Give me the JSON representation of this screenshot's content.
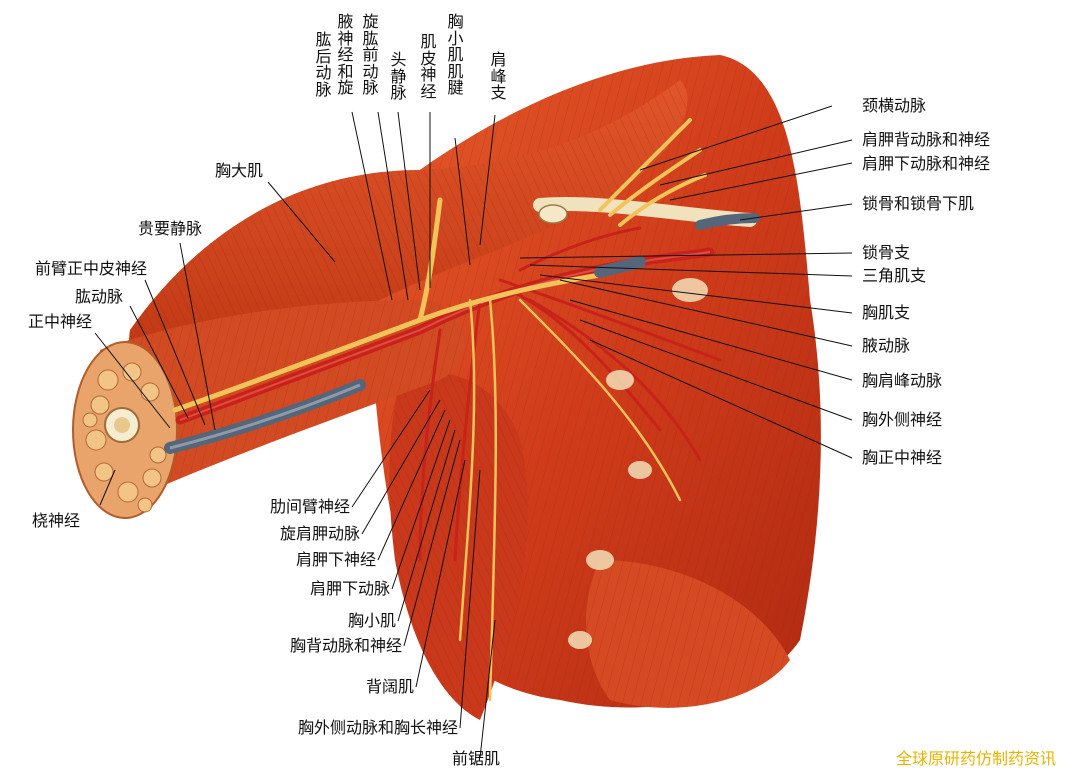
{
  "labels": {
    "left": {
      "thoracoacromial_cephalic": "胸大肌",
      "basilic_vein": "贵要静脉",
      "medial_antebrachial": "前臂正中皮神经",
      "brachial_artery": "肱动脉",
      "median_nerve": "正中神经",
      "radial_nerve": "桡神经"
    },
    "top_columns": {
      "c1": "肱后动脉",
      "c2": "腋神经和旋",
      "c3": "旋肱前动脉",
      "c4": "头静脉",
      "c5": "肌皮神经",
      "c6": "胸小肌肌腱",
      "c7": "肩峰支"
    },
    "right": {
      "transverse_cervical": "颈横动脉",
      "dorsal_scapular": "肩胛背动脉和神经",
      "suprascapular": "肩胛下动脉和神经",
      "clavicle_subclavius": "锁骨和锁骨下肌",
      "clavicular_branch": "锁骨支",
      "deltoid_branch": "三角肌支",
      "pectoral_branch": "胸肌支",
      "axillary_artery": "腋动脉",
      "thoracoacromial_artery": "胸肩峰动脉",
      "lateral_pectoral_nerve": "胸外侧神经",
      "medial_pectoral_nerve": "胸正中神经"
    },
    "bottom": {
      "intercostobrachial": "肋间臂神经",
      "circumflex_scapular": "旋肩胛动脉",
      "subscapular_nerve": "肩胛下神经",
      "subscapular_artery": "肩胛下动脉",
      "pectoralis_minor": "胸小肌",
      "thoracodorsal": "胸背动脉和神经",
      "latissimus_dorsi": "背阔肌",
      "lateral_thoracic_long_thoracic": "胸外侧动脉和胸长神经",
      "serratus_anterior": "前锯肌"
    }
  },
  "watermark": "全球原研药仿制药资讯",
  "colors": {
    "muscle": "#d4421f",
    "muscle_dark": "#a82a10",
    "artery": "#c8221a",
    "nerve": "#f1c45a",
    "vein": "#5a6b80",
    "bone": "#f4e6c4",
    "watermark": "#e8b400"
  }
}
